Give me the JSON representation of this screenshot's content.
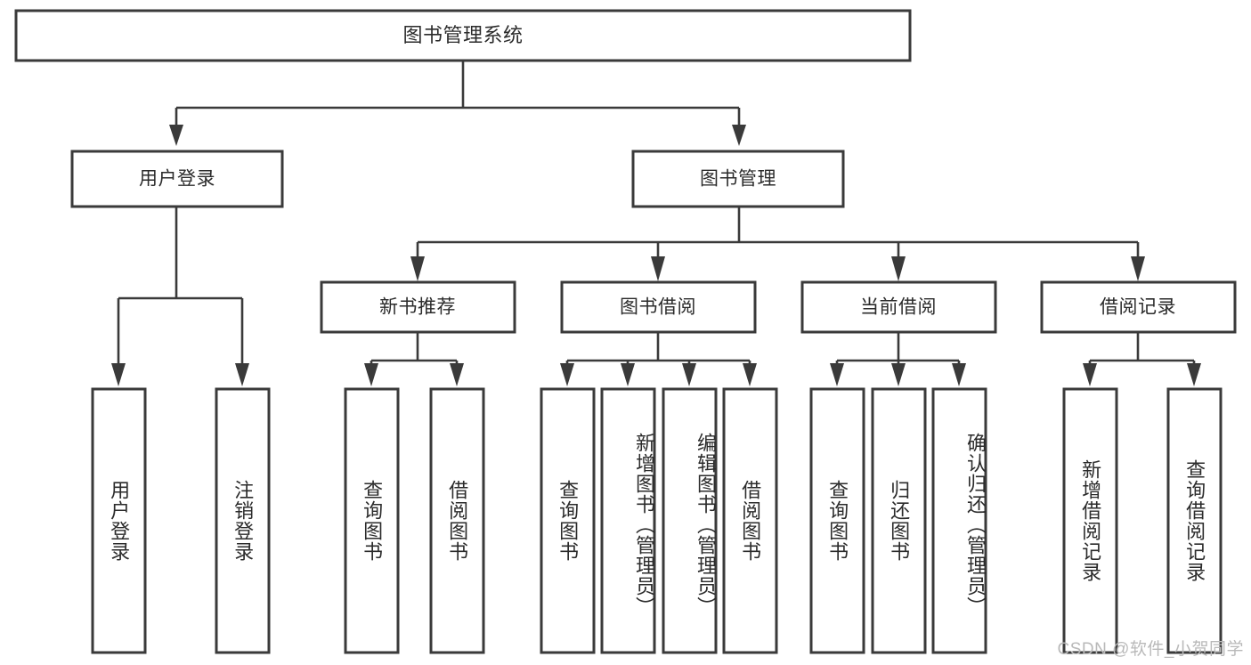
{
  "diagram": {
    "type": "tree-hierarchy",
    "orientation": "top-down",
    "background_color": "#ffffff",
    "box_stroke_color": "#3a3a3a",
    "box_fill_color": "#ffffff",
    "text_color": "#2b2b2b",
    "connector_color": "#3a3a3a",
    "root": {
      "label": "图书管理系统"
    },
    "level2": [
      {
        "label": "用户登录"
      },
      {
        "label": "图书管理"
      }
    ],
    "level3": [
      {
        "label": "新书推荐"
      },
      {
        "label": "图书借阅"
      },
      {
        "label": "当前借阅"
      },
      {
        "label": "借阅记录"
      }
    ],
    "leaves": {
      "user_login": [
        {
          "label": "用户登录"
        },
        {
          "label": "注销登录"
        }
      ],
      "new_book_recommend": [
        {
          "label": "查询图书"
        },
        {
          "label": "借阅图书"
        }
      ],
      "book_borrow": [
        {
          "label": "查询图书"
        },
        {
          "label": "新增图书（管理员）"
        },
        {
          "label": "编辑图书（管理员）"
        },
        {
          "label": "借阅图书"
        }
      ],
      "current_borrow": [
        {
          "label": "查询图书"
        },
        {
          "label": "归还图书"
        },
        {
          "label": "确认归还（管理员）"
        }
      ],
      "borrow_record": [
        {
          "label": "新增借阅记录"
        },
        {
          "label": "查询借阅记录"
        }
      ]
    }
  },
  "watermark": {
    "text": "CSDN @软件_小贺同学",
    "color": "#b9b9b9"
  }
}
